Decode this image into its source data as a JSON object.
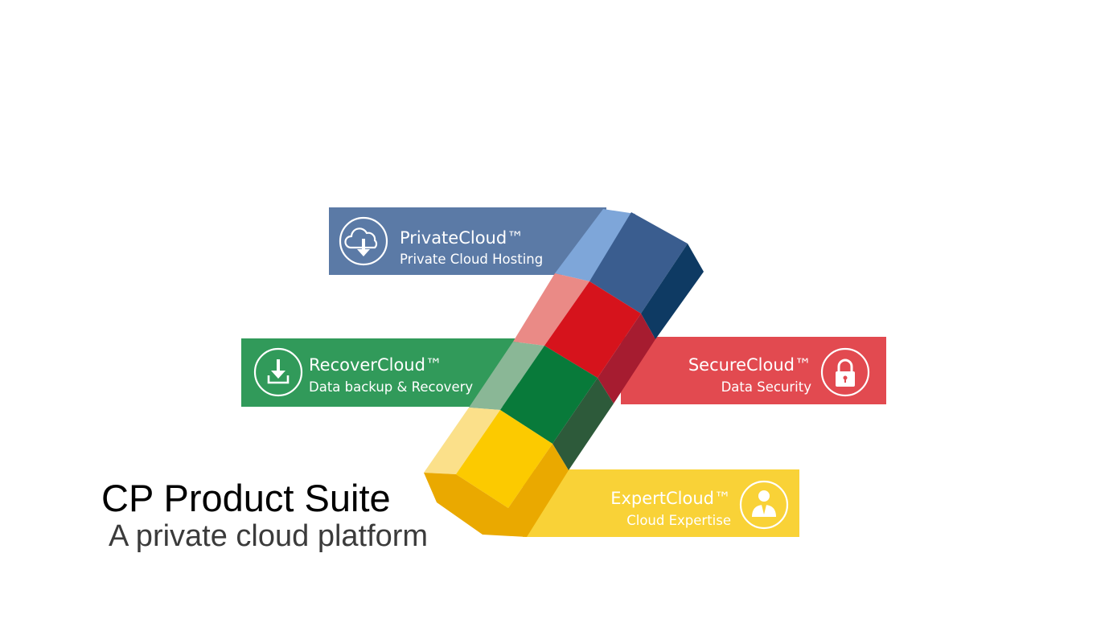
{
  "suite": {
    "title": "CP Product Suite",
    "subtitle": "A private cloud platform"
  },
  "products": [
    {
      "title": "PrivateCloud™",
      "subtitle": "Private Cloud Hosting",
      "icon": "cloud-download-icon",
      "color": "#5b7aa6"
    },
    {
      "title": "RecoverCloud™",
      "subtitle": "Data backup & Recovery",
      "icon": "download-icon",
      "color": "#319a5a"
    },
    {
      "title": "SecureCloud™",
      "subtitle": "Data Security",
      "icon": "lock-icon",
      "color": "#e24a50"
    },
    {
      "title": "ExpertCloud™",
      "subtitle": "Cloud Expertise",
      "icon": "user-icon",
      "color": "#f9d237"
    }
  ],
  "colors": {
    "blue_dark": "#3a5d8f",
    "red_dark": "#d6131c",
    "green_dark": "#087a3a",
    "yellow_dark": "#fcca00"
  }
}
